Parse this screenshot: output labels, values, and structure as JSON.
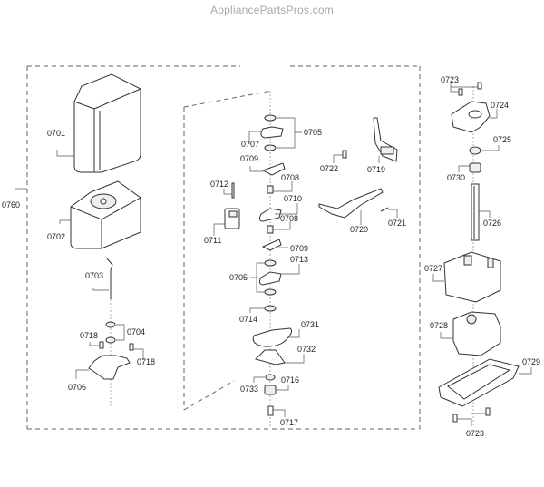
{
  "watermark": "AppliancePartsPros.com",
  "diagram": {
    "groups": {
      "assembly_group": "0760"
    },
    "labels": {
      "p0701": "0701",
      "p0702": "0702",
      "p0703": "0703",
      "p0704": "0704",
      "p0705a": "0705",
      "p0705b": "0705",
      "p0706": "0706",
      "p0707": "0707",
      "p0708a": "0708",
      "p0708b": "0708",
      "p0709a": "0709",
      "p0709b": "0709",
      "p0710": "0710",
      "p0711": "0711",
      "p0712": "0712",
      "p0713": "0713",
      "p0714": "0714",
      "p0716": "0716",
      "p0717": "0717",
      "p0718a": "0718",
      "p0718b": "0718",
      "p0719": "0719",
      "p0720": "0720",
      "p0721": "0721",
      "p0722": "0722",
      "p0723a": "0723",
      "p0723b": "0723",
      "p0724": "0724",
      "p0725": "0725",
      "p0726": "0726",
      "p0727": "0727",
      "p0728": "0728",
      "p0729": "0729",
      "p0730": "0730",
      "p0731": "0731",
      "p0732": "0732",
      "p0733": "0733"
    }
  }
}
